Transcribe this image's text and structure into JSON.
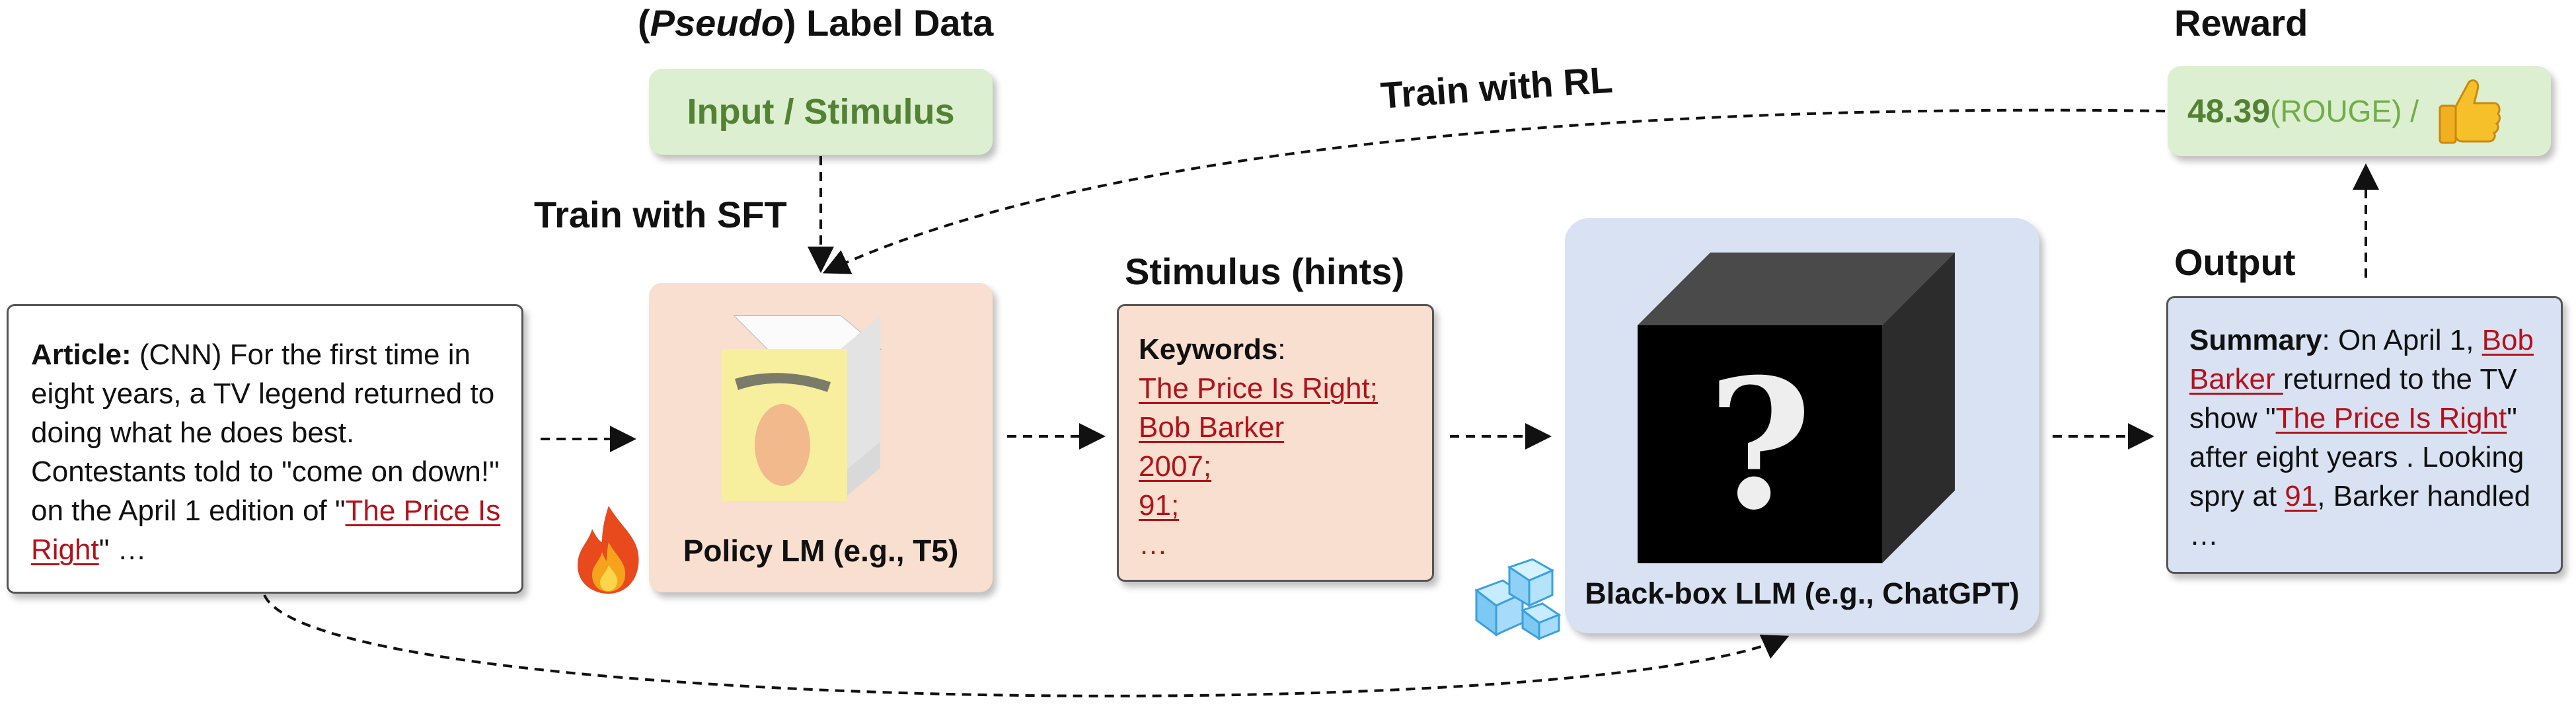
{
  "label_data": {
    "heading_open": "(",
    "heading_italic": "Pseudo",
    "heading_rest": ") Label Data",
    "box_text": "Input / Stimulus"
  },
  "train_sft": "Train with SFT",
  "train_rl": "Train with RL",
  "article": {
    "label": "Article:",
    "text": " (CNN) For the first time in eight years, a TV legend returned to doing what he does best. Contestants told to \"come on down!\" on the April 1 edition of \"",
    "link": "The Price Is Right",
    "tail": "\" …"
  },
  "policy_lm": {
    "label": "Policy LM (e.g., T5)"
  },
  "stimulus": {
    "heading": "Stimulus (hints)",
    "keywords_label": "Keywords",
    "colon": ":",
    "items": [
      "The Price Is Right;",
      "Bob Barker",
      "2007;",
      "91;"
    ],
    "ellipsis": "…"
  },
  "blackbox": {
    "label": "Black-box LLM (e.g., ChatGPT)",
    "glyph": "?"
  },
  "output": {
    "heading": "Output",
    "summary_label": "Summary",
    "t1": ": On April 1, ",
    "name": "Bob Barker ",
    "t2": "returned to the TV show \"",
    "show": "The Price Is Right",
    "t3": "\" after eight years . Looking spry at ",
    "age": "91",
    "t4": ", Barker handled …"
  },
  "reward": {
    "heading": "Reward",
    "value": "48.39",
    "metric": " (ROUGE) /",
    "icon": "thumbs-up-icon"
  },
  "colors": {
    "green_box": "#dcefd0",
    "green_text": "#548235",
    "peach_box": "#f8dfcf",
    "blue_box": "#d8e2f2",
    "link_red": "#b3121b"
  }
}
